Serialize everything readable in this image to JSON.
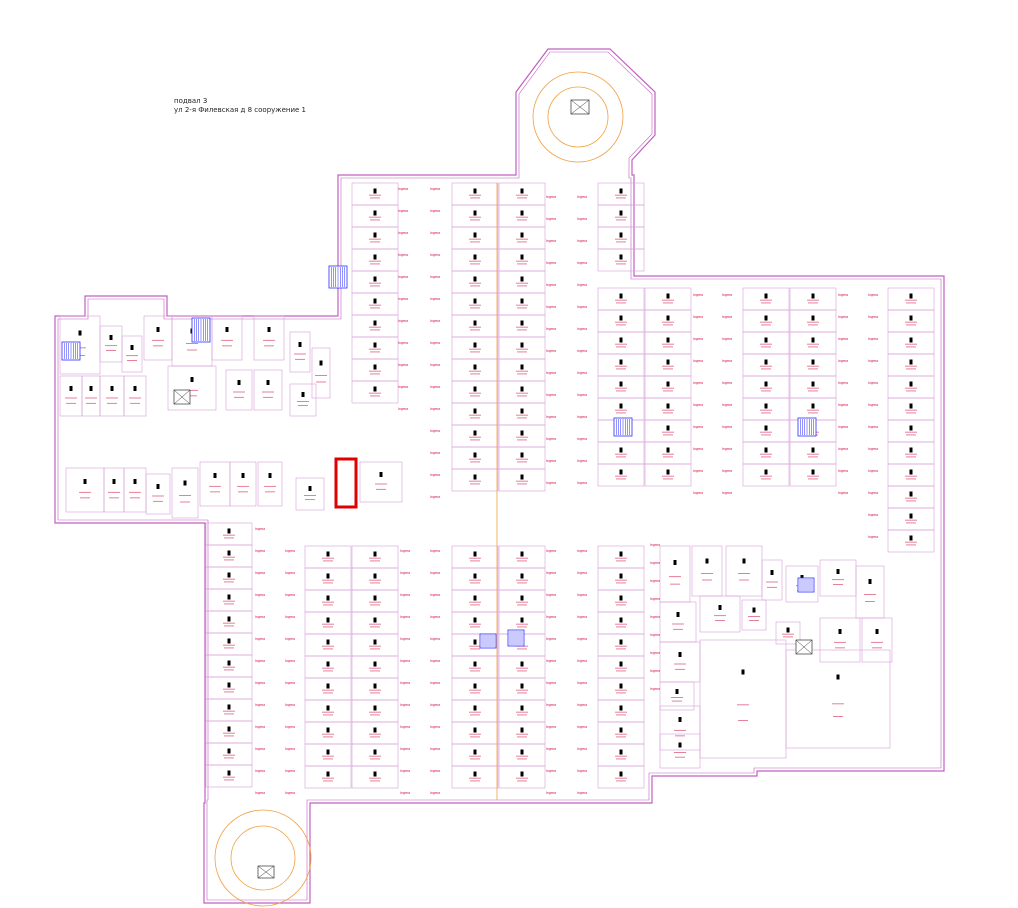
{
  "header": {
    "level": "подвал 3",
    "address": "ул 2-я Филевская д 8 сооружение 1"
  },
  "highlight": {
    "color": "#e00000"
  },
  "colors": {
    "wall": "#c060c0",
    "room_line": "#d8a0d8",
    "label": "#cc0033",
    "stair": "#2a2aff",
    "ramp": "#f0a040",
    "text": "#222222"
  },
  "space_prefix": "Ingma"
}
